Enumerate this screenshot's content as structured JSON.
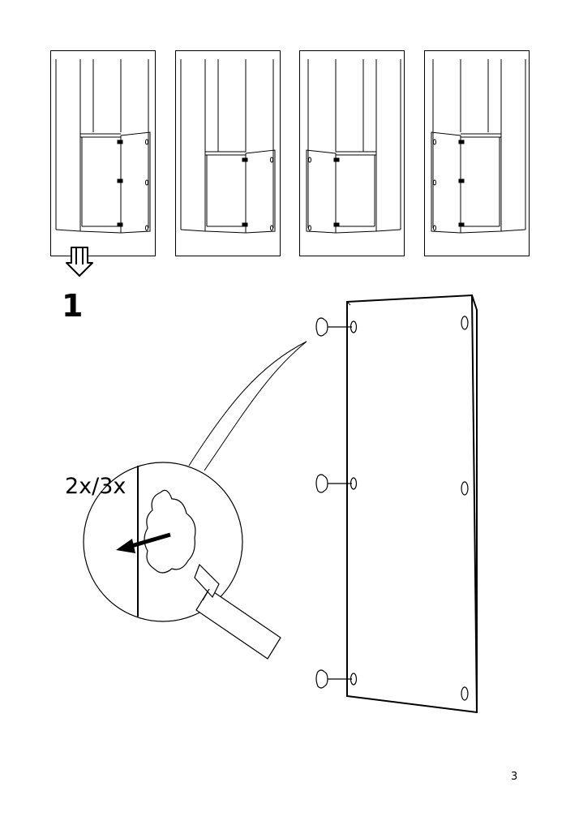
{
  "document": {
    "step_number": "1",
    "quantity_label": "2x/3x",
    "page_number": "3"
  },
  "icons": {
    "next_step_arrow": "double-down-arrow-icon",
    "removal_arrow": "arrow-left-icon",
    "tool": "screwdriver-icon"
  }
}
